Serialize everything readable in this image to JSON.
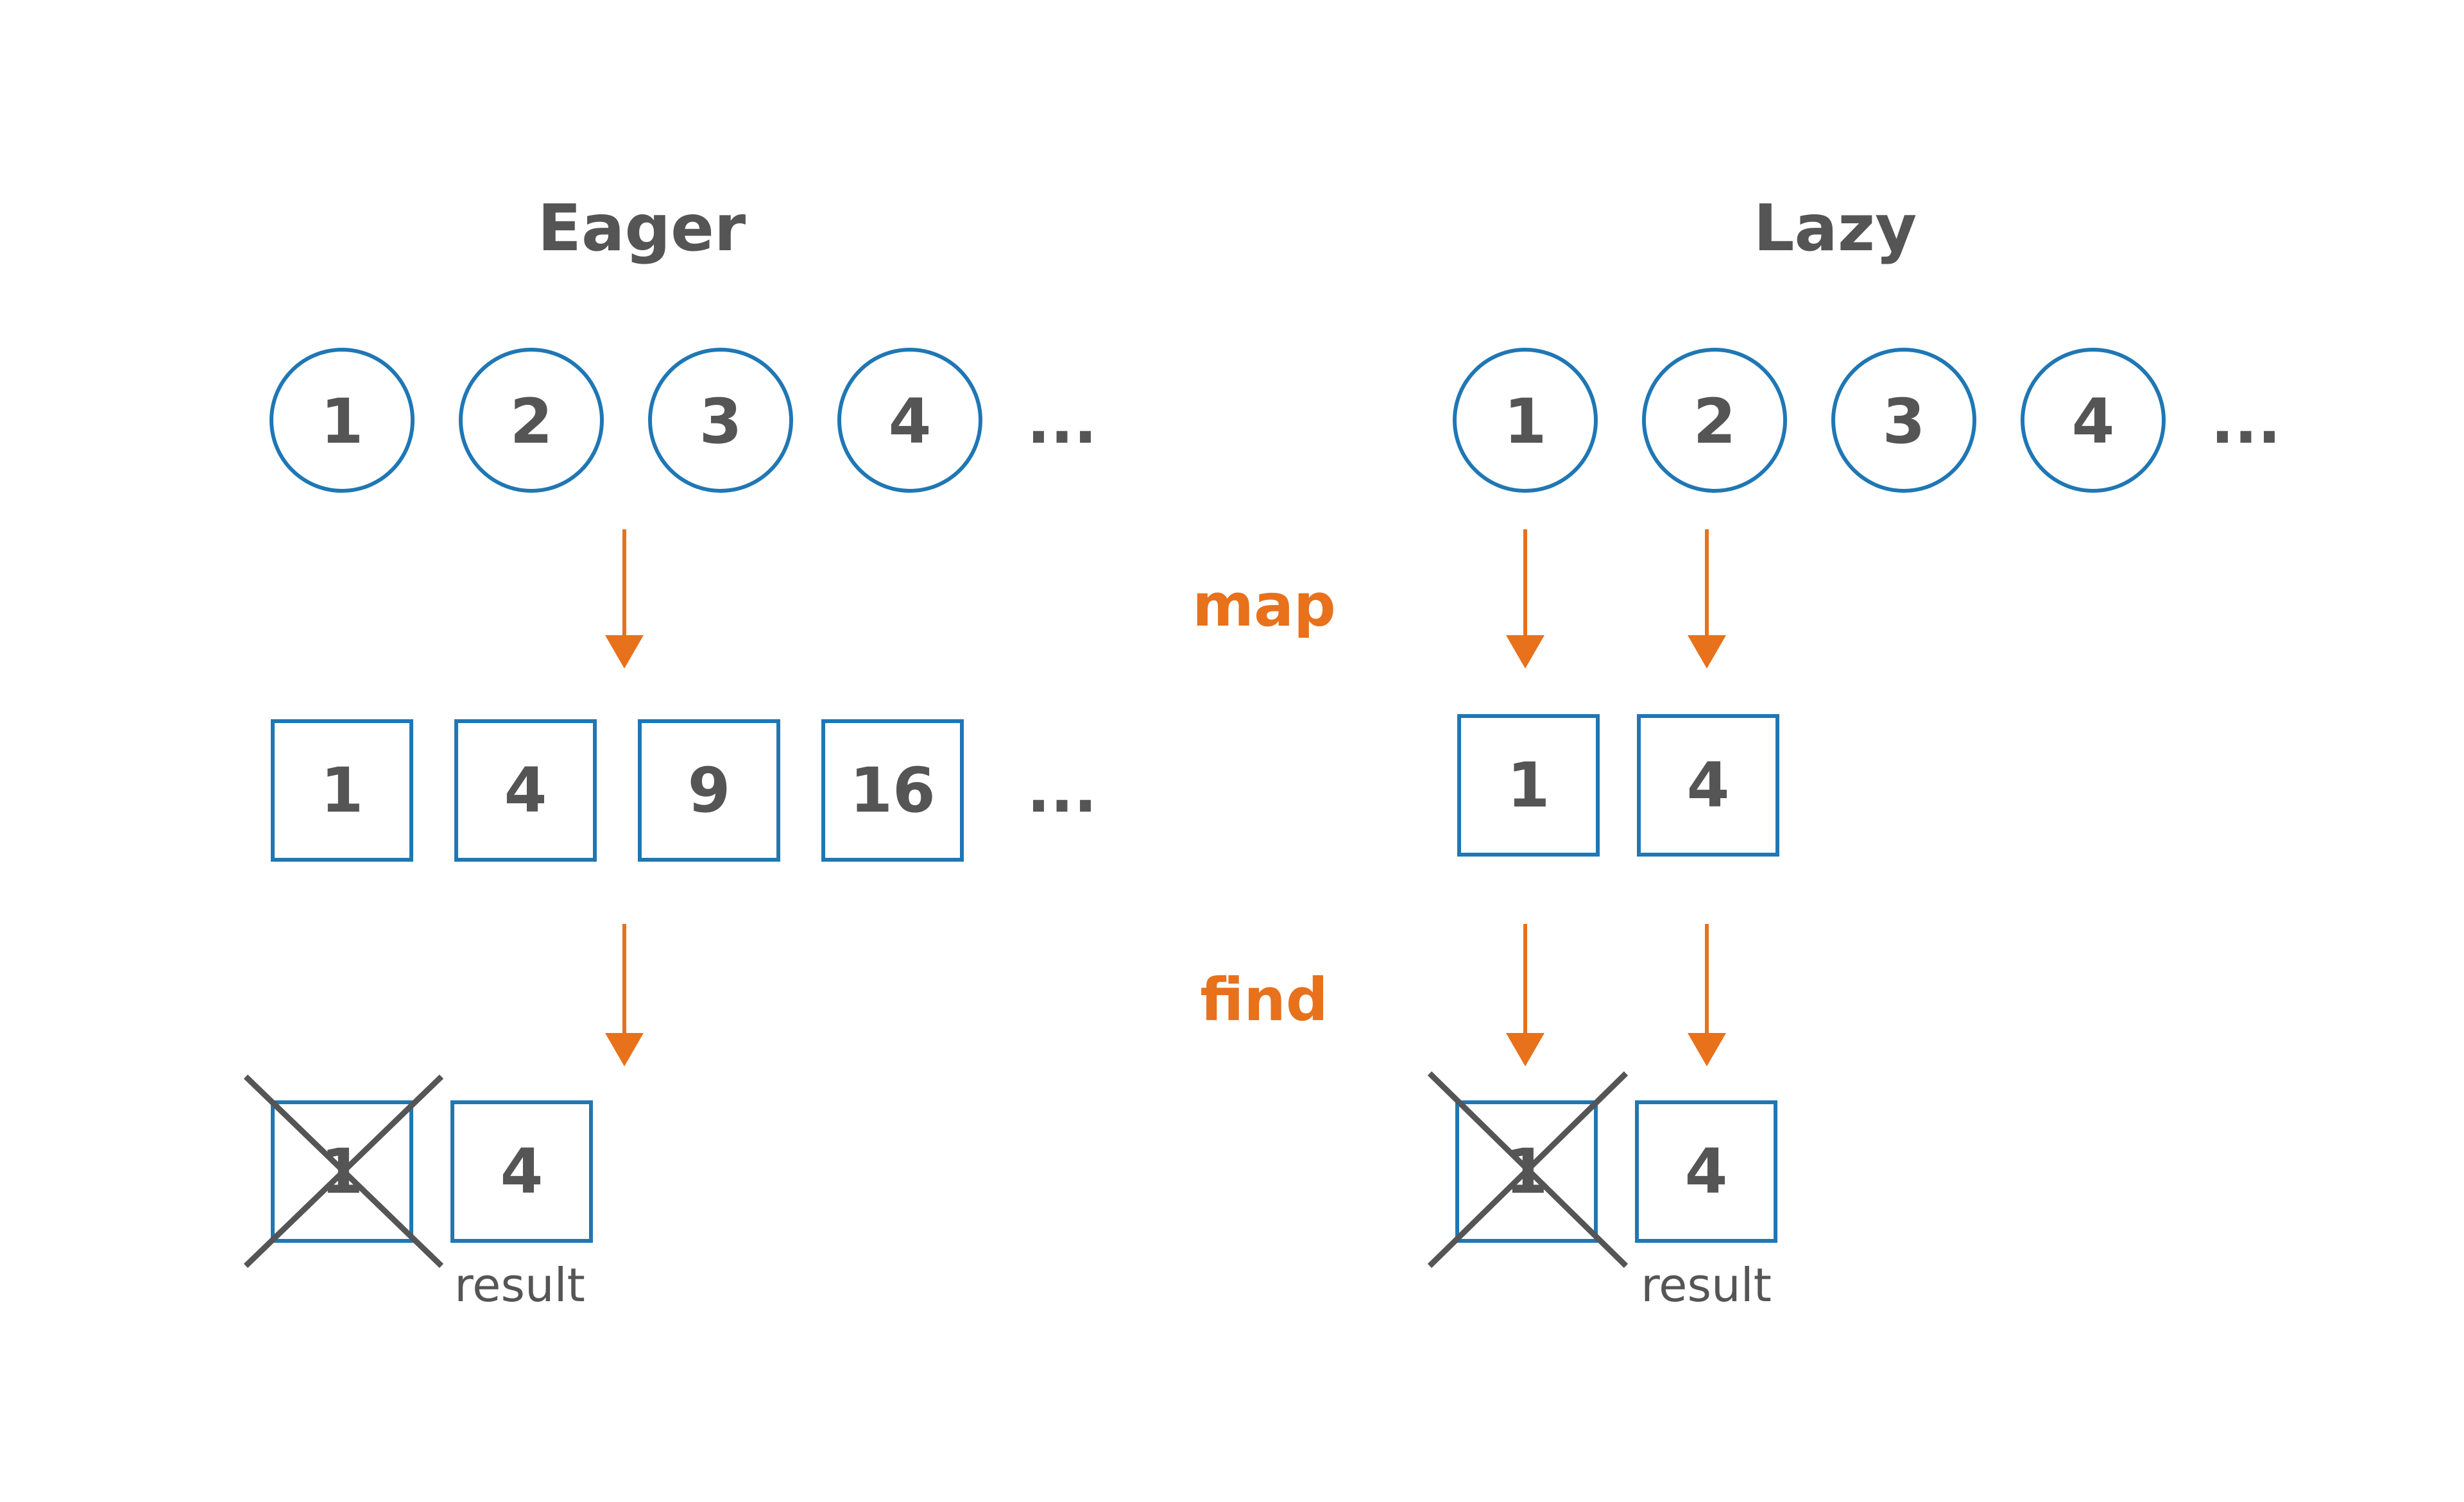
{
  "colors": {
    "node_border": "#1f77b4",
    "arrow": "#e8711c",
    "text": "#555555",
    "cross": "#555555"
  },
  "labels": {
    "map": "map",
    "find": "find"
  },
  "eager": {
    "title": "Eager",
    "source": [
      "1",
      "2",
      "3",
      "4"
    ],
    "source_more": "...",
    "mapped": [
      "1",
      "4",
      "9",
      "16"
    ],
    "mapped_more": "...",
    "found": [
      {
        "value": "1",
        "rejected": true
      },
      {
        "value": "4",
        "rejected": false
      }
    ],
    "result_label": "result"
  },
  "lazy": {
    "title": "Lazy",
    "source": [
      "1",
      "2",
      "3",
      "4"
    ],
    "source_more": "...",
    "mapped": [
      "1",
      "4"
    ],
    "found": [
      {
        "value": "1",
        "rejected": true
      },
      {
        "value": "4",
        "rejected": false
      }
    ],
    "result_label": "result"
  }
}
